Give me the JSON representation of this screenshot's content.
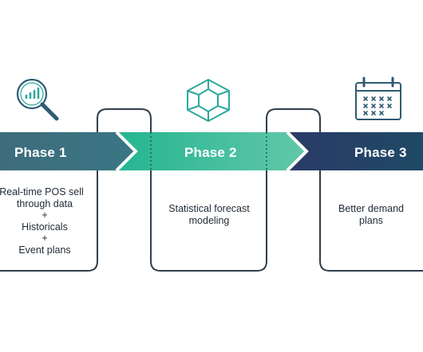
{
  "colors": {
    "outline": "#2f3e4b",
    "phase1_band": "#3d6f7e",
    "phase2_band": "#2bb894",
    "phase2_band_light": "#5ec7a6",
    "phase3_band": "#233c63",
    "icon_stroke": "#2f5b73",
    "icon_teal": "#2ca89c"
  },
  "icons": [
    "magnifier-chart-icon",
    "cube-network-icon",
    "calendar-icon"
  ],
  "phases": [
    {
      "label": "Phase 1",
      "icon": "magnifier-chart-icon",
      "lines": [
        "Real-time POS sell",
        "through data",
        "+",
        "Historicals",
        "+",
        "Event plans"
      ]
    },
    {
      "label": "Phase 2",
      "icon": "cube-network-icon",
      "lines": [
        "Statistical forecast",
        "modeling"
      ]
    },
    {
      "label": "Phase 3",
      "icon": "calendar-icon",
      "lines": [
        "Better demand",
        "plans"
      ]
    }
  ]
}
